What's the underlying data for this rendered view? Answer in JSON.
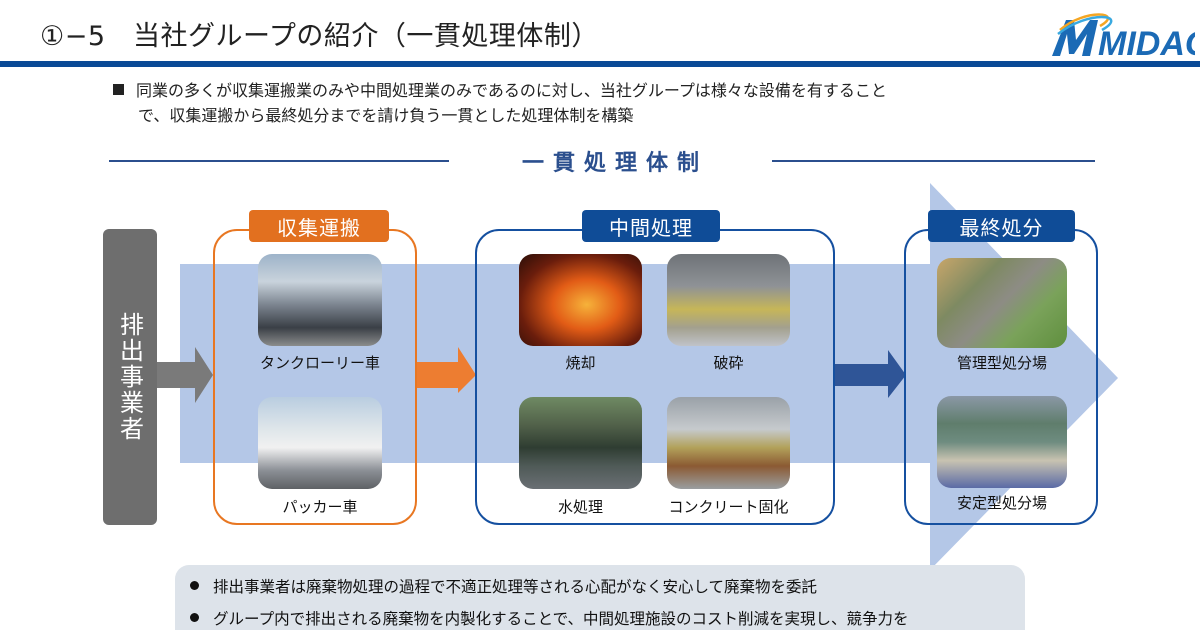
{
  "header": {
    "title": "①−5　当社グループの紹介（一貫処理体制）",
    "logo_text": "MIDAC",
    "rule_color": "#0a4a96"
  },
  "lead": {
    "line1": "同業の多くが収集運搬業のみや中間処理業のみであるのに対し、当社グループは様々な設備を有すること",
    "line2": "で、収集運搬から最終処分までを請け負う一貫とした処理体制を構築"
  },
  "section": {
    "title": "一貫処理体制"
  },
  "flow": {
    "emitter": {
      "label": "排出事業者"
    },
    "stages": [
      {
        "tag": "収集運搬",
        "color": "#e2701f",
        "items": [
          {
            "icon": "tank-lorry-photo",
            "caption": "タンクローリー車"
          },
          {
            "icon": "packer-truck-photo",
            "caption": "パッカー車"
          }
        ]
      },
      {
        "tag": "中間処理",
        "color": "#0f4c97",
        "items": [
          {
            "icon": "incineration-photo",
            "caption": "焼却"
          },
          {
            "icon": "crushing-photo",
            "caption": "破砕"
          },
          {
            "icon": "water-treatment-photo",
            "caption": "水処理"
          },
          {
            "icon": "concrete-solidification-photo",
            "caption": "コンクリート固化"
          }
        ]
      },
      {
        "tag": "最終処分",
        "color": "#0f4c97",
        "items": [
          {
            "icon": "managed-landfill-photo",
            "caption": "管理型処分場"
          },
          {
            "icon": "stable-landfill-photo",
            "caption": "安定型処分場"
          }
        ]
      }
    ],
    "colors": {
      "band": "#b4c7e7",
      "arrow_gray": "#7a7a7a",
      "arrow_orange": "#ed7d31",
      "arrow_blue": "#2f5597"
    }
  },
  "notes": [
    "排出事業者は廃棄物処理の過程で不適正処理等される心配がなく安心して廃棄物を委託",
    "グループ内で排出される廃棄物を内製化することで、中間処理施設のコスト削減を実現し、競争力を"
  ]
}
